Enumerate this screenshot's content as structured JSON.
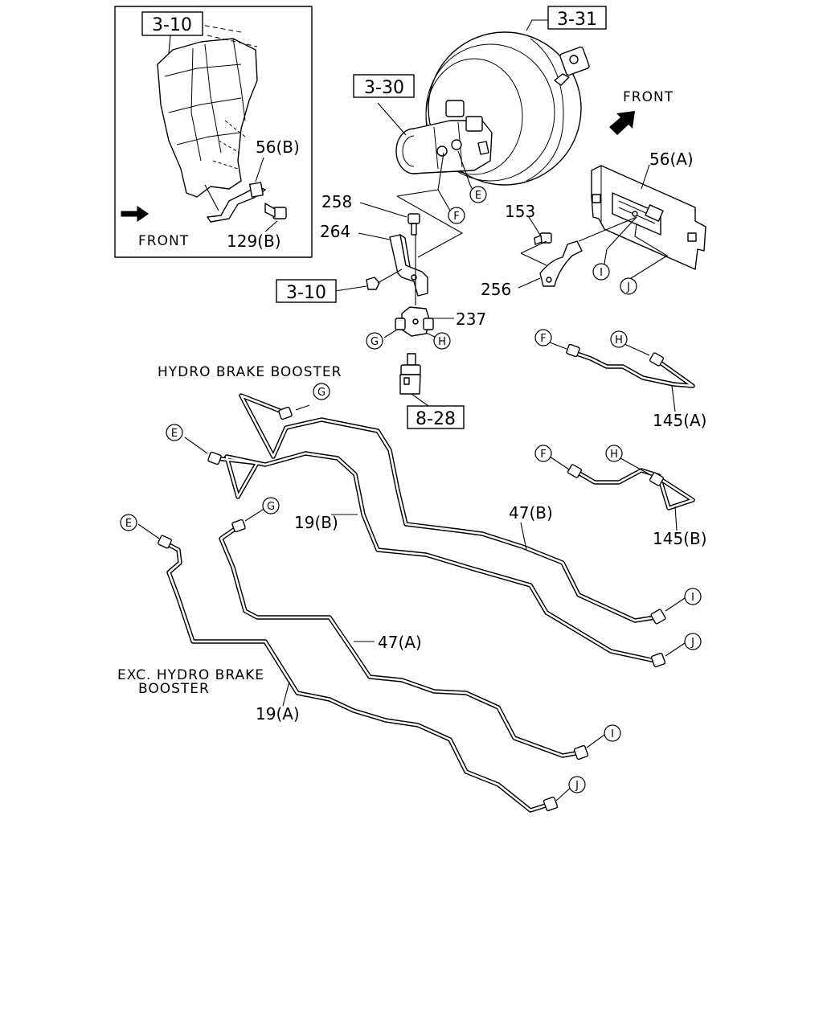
{
  "refs": {
    "r1": "3-10",
    "r2": "3-31",
    "r3": "3-30",
    "r4": "3-10",
    "r5": "8-28"
  },
  "parts": {
    "p56b": "56(B)",
    "p129b": "129(B)",
    "p56a": "56(A)",
    "p258": "258",
    "p264": "264",
    "p153": "153",
    "p256": "256",
    "p237": "237",
    "p145a": "145(A)",
    "p145b": "145(B)",
    "p19b": "19(B)",
    "p47b": "47(B)",
    "p47a": "47(A)",
    "p19a": "19(A)"
  },
  "captions": {
    "front_inset": "FRONT",
    "front_main": "FRONT",
    "hydro": "HYDRO BRAKE BOOSTER",
    "exc_line1": "EXC. HYDRO BRAKE",
    "exc_line2": "BOOSTER"
  },
  "connectors": {
    "e_master": "E",
    "f_master": "F",
    "g_valve": "G",
    "h_valve": "H",
    "i_bracket": "I",
    "j_bracket": "J",
    "f_145a": "F",
    "h_145a": "H",
    "f_145b": "F",
    "h_145b": "H",
    "g_hydro": "G",
    "e_hydro": "E",
    "e_exc": "E",
    "g_exc": "G",
    "i_47b": "I",
    "j_19b": "J",
    "i_47a": "I",
    "j_19a": "J"
  },
  "icons": [
    "front-arrow-icon"
  ]
}
